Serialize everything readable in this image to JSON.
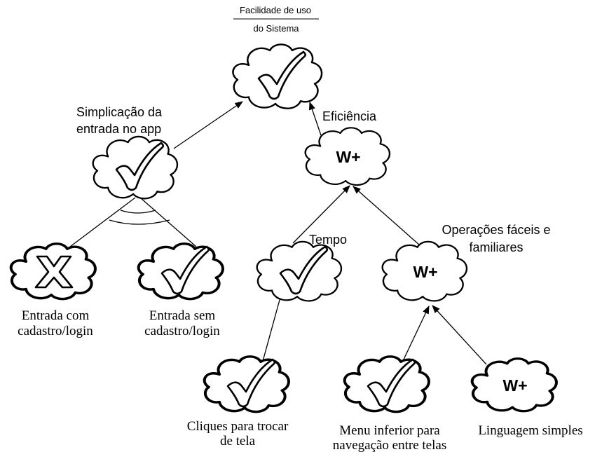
{
  "title": {
    "line1": "Facilidade de uso",
    "line2": "do Sistema"
  },
  "nodes": {
    "root": {
      "mark": "check-icon"
    },
    "simplificacao": {
      "mark": "check-icon",
      "label1": "Simplicação da",
      "label2": "entrada no app"
    },
    "eficiencia": {
      "mark": "W+",
      "label1": "Eficiência"
    },
    "entrada_com": {
      "mark": "x-icon",
      "label1": "Entrada com",
      "label2": "cadastro/login"
    },
    "entrada_sem": {
      "mark": "check-icon",
      "label1": "Entrada sem",
      "label2": "cadastro/login"
    },
    "tempo": {
      "mark": "check-icon",
      "label1": "Tempo"
    },
    "operacoes": {
      "mark": "W+",
      "label1": "Operações fáceis e",
      "label2": "familiares"
    },
    "cliques": {
      "mark": "check-icon",
      "label1": "Cliques para trocar",
      "label2": "de tela"
    },
    "menu": {
      "mark": "check-icon",
      "label1": "Menu inferior para",
      "label2": "navegação entre telas"
    },
    "linguagem": {
      "mark": "W+",
      "label1": "Linguagem simples"
    }
  },
  "colors": {
    "stroke": "#000000",
    "fill": "#ffffff"
  }
}
